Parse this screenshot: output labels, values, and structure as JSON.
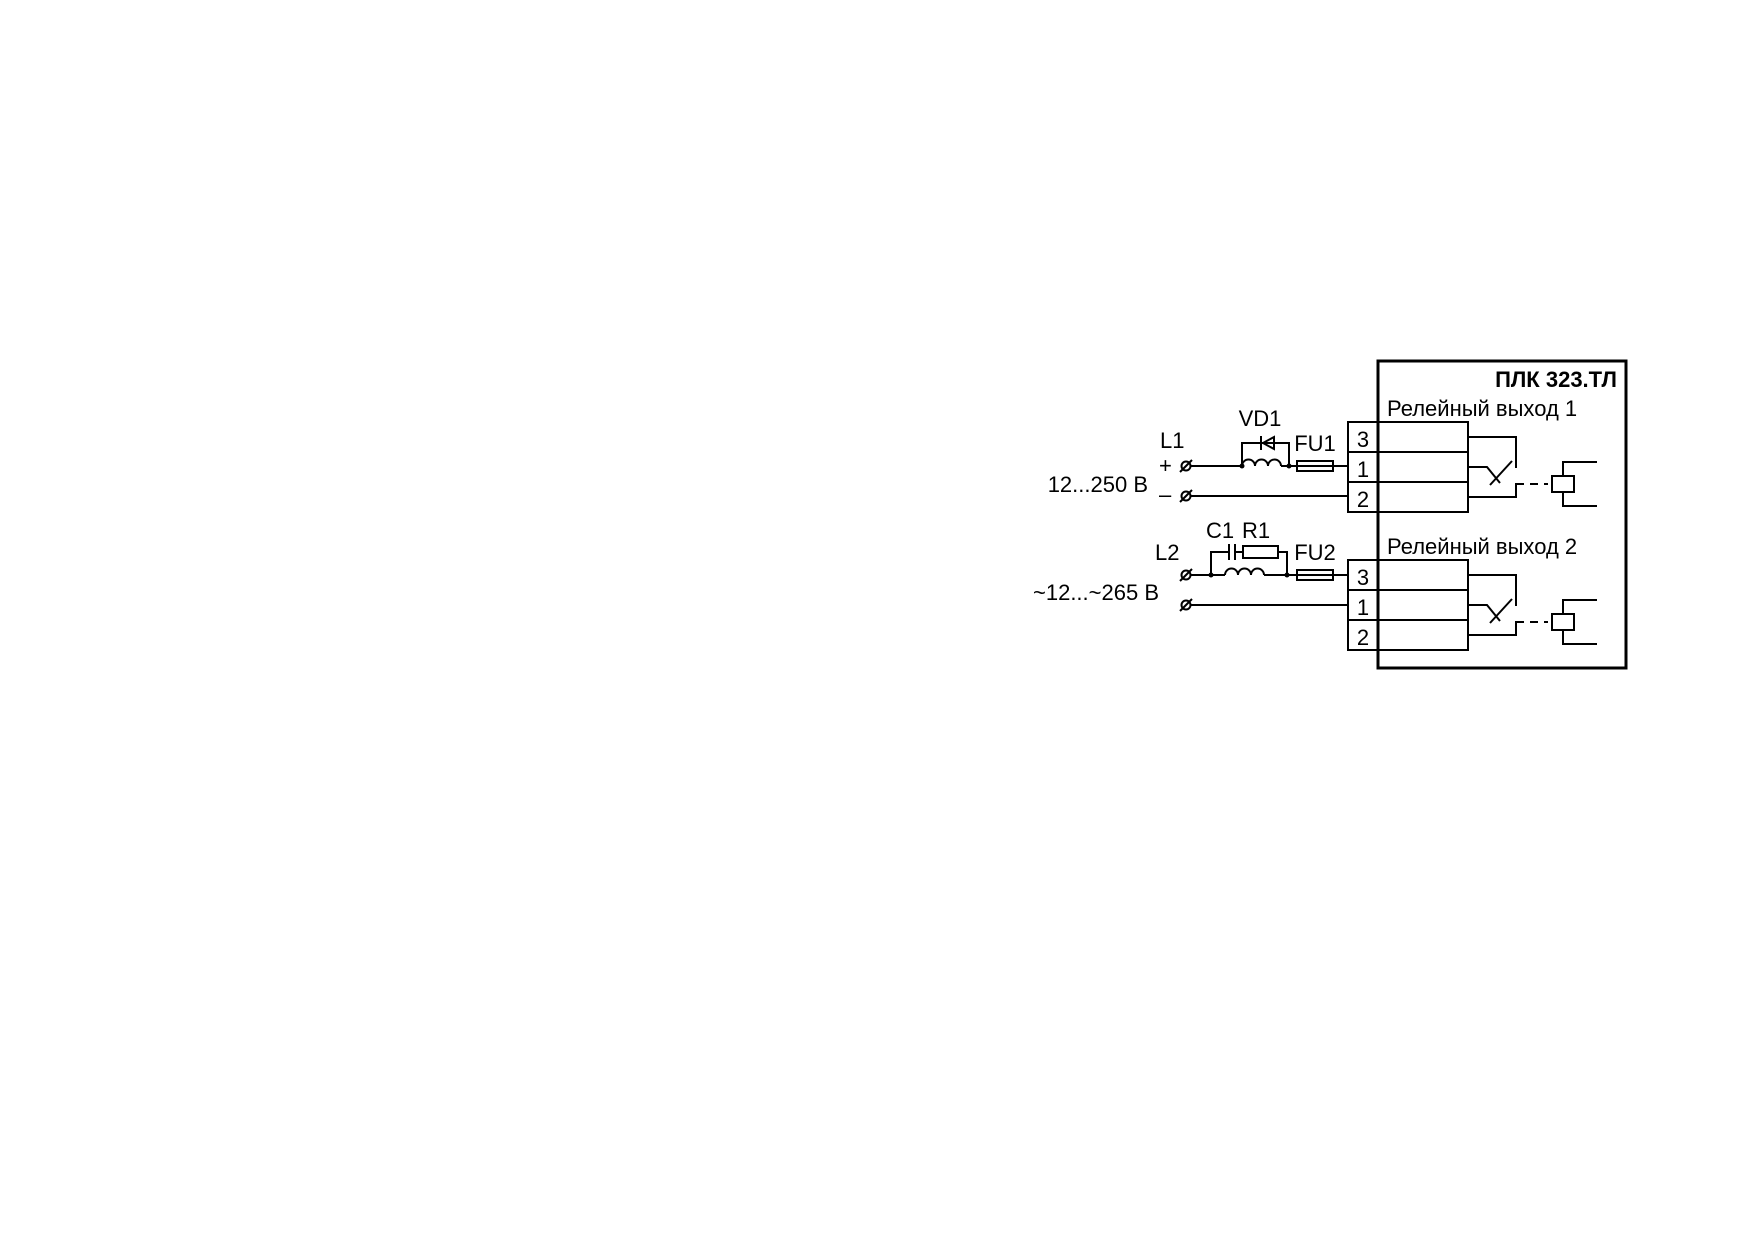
{
  "device": {
    "title": "ПЛК 323.ТЛ"
  },
  "relay1": {
    "label": "Релейный выход 1",
    "pins": [
      "3",
      "1",
      "2"
    ]
  },
  "relay2": {
    "label": "Релейный выход 2",
    "pins": [
      "3",
      "1",
      "2"
    ]
  },
  "circuit1": {
    "load": "L1",
    "diode": "VD1",
    "fuse": "FU1",
    "voltage": "12...250 В",
    "plus": "+",
    "minus": "–"
  },
  "circuit2": {
    "load": "L2",
    "capacitor": "C1",
    "resistor": "R1",
    "fuse": "FU2",
    "voltage": "~12...~265 В"
  }
}
